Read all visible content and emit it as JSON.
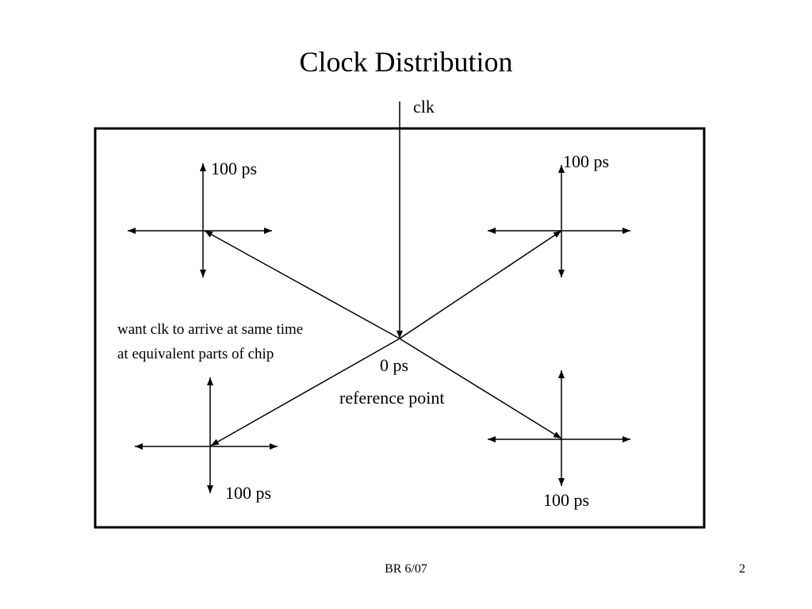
{
  "slide": {
    "title": "Clock Distribution",
    "footer_center": "BR 6/07",
    "page_number": "2"
  },
  "diagram": {
    "clock_input_label": "clk",
    "center_delay_label": "0 ps",
    "center_caption": "reference point",
    "note_line_1": "want clk to arrive at same time",
    "note_line_2": "at equivalent parts of chip",
    "delay_top_left": "100 ps",
    "delay_top_right": "100 ps",
    "delay_bottom_left": "100 ps",
    "delay_bottom_right": "100 ps"
  }
}
